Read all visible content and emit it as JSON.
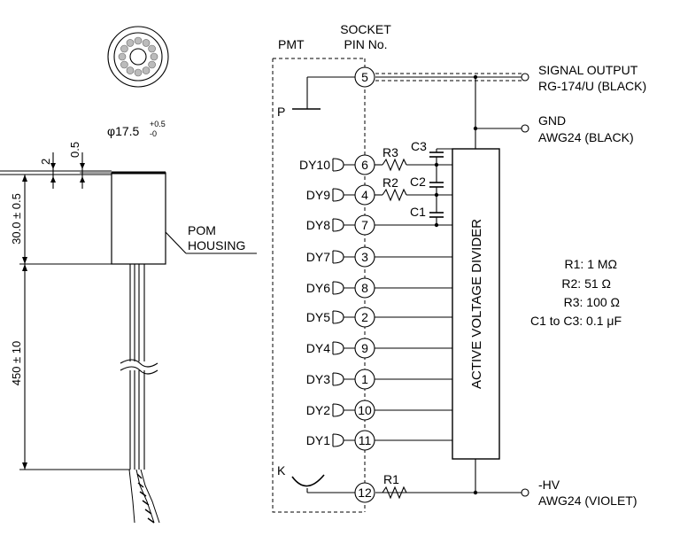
{
  "mechanical": {
    "diameter": "φ17.5",
    "diameter_tol_plus": "+0.5",
    "diameter_tol_minus": "-0",
    "dim_2": "2",
    "dim_05": "0.5",
    "height": "30.0 ± 0.5",
    "lead_length": "450 ± 10",
    "housing_line1": "POM",
    "housing_line2": "HOUSING"
  },
  "schematic": {
    "pmt_label": "PMT",
    "socket_line1": "SOCKET",
    "socket_line2": "PIN No.",
    "plate_label": "P",
    "cathode_label": "K",
    "divider_label": "ACTIVE VOLTAGE DIVIDER",
    "pins": [
      {
        "dynode": "",
        "pin": "5"
      },
      {
        "dynode": "DY10",
        "pin": "6"
      },
      {
        "dynode": "DY9",
        "pin": "4"
      },
      {
        "dynode": "DY8",
        "pin": "7"
      },
      {
        "dynode": "DY7",
        "pin": "3"
      },
      {
        "dynode": "DY6",
        "pin": "8"
      },
      {
        "dynode": "DY5",
        "pin": "2"
      },
      {
        "dynode": "DY4",
        "pin": "9"
      },
      {
        "dynode": "DY3",
        "pin": "1"
      },
      {
        "dynode": "DY2",
        "pin": "10"
      },
      {
        "dynode": "DY1",
        "pin": "11"
      },
      {
        "dynode": "",
        "pin": "12"
      }
    ],
    "resistors": {
      "r3": "R3",
      "r2": "R2",
      "r1": "R1"
    },
    "capacitors": {
      "c3": "C3",
      "c2": "C2",
      "c1": "C1"
    },
    "outputs": {
      "signal_line1": "SIGNAL OUTPUT",
      "signal_line2": "RG-174/U (BLACK)",
      "gnd_line1": "GND",
      "gnd_line2": "AWG24 (BLACK)",
      "hv_line1": "-HV",
      "hv_line2": "AWG24 (VIOLET)"
    },
    "values": [
      "R1: 1 MΩ",
      "R2: 51 Ω",
      "R3: 100 Ω",
      "C1 to C3: 0.1 μF"
    ]
  }
}
